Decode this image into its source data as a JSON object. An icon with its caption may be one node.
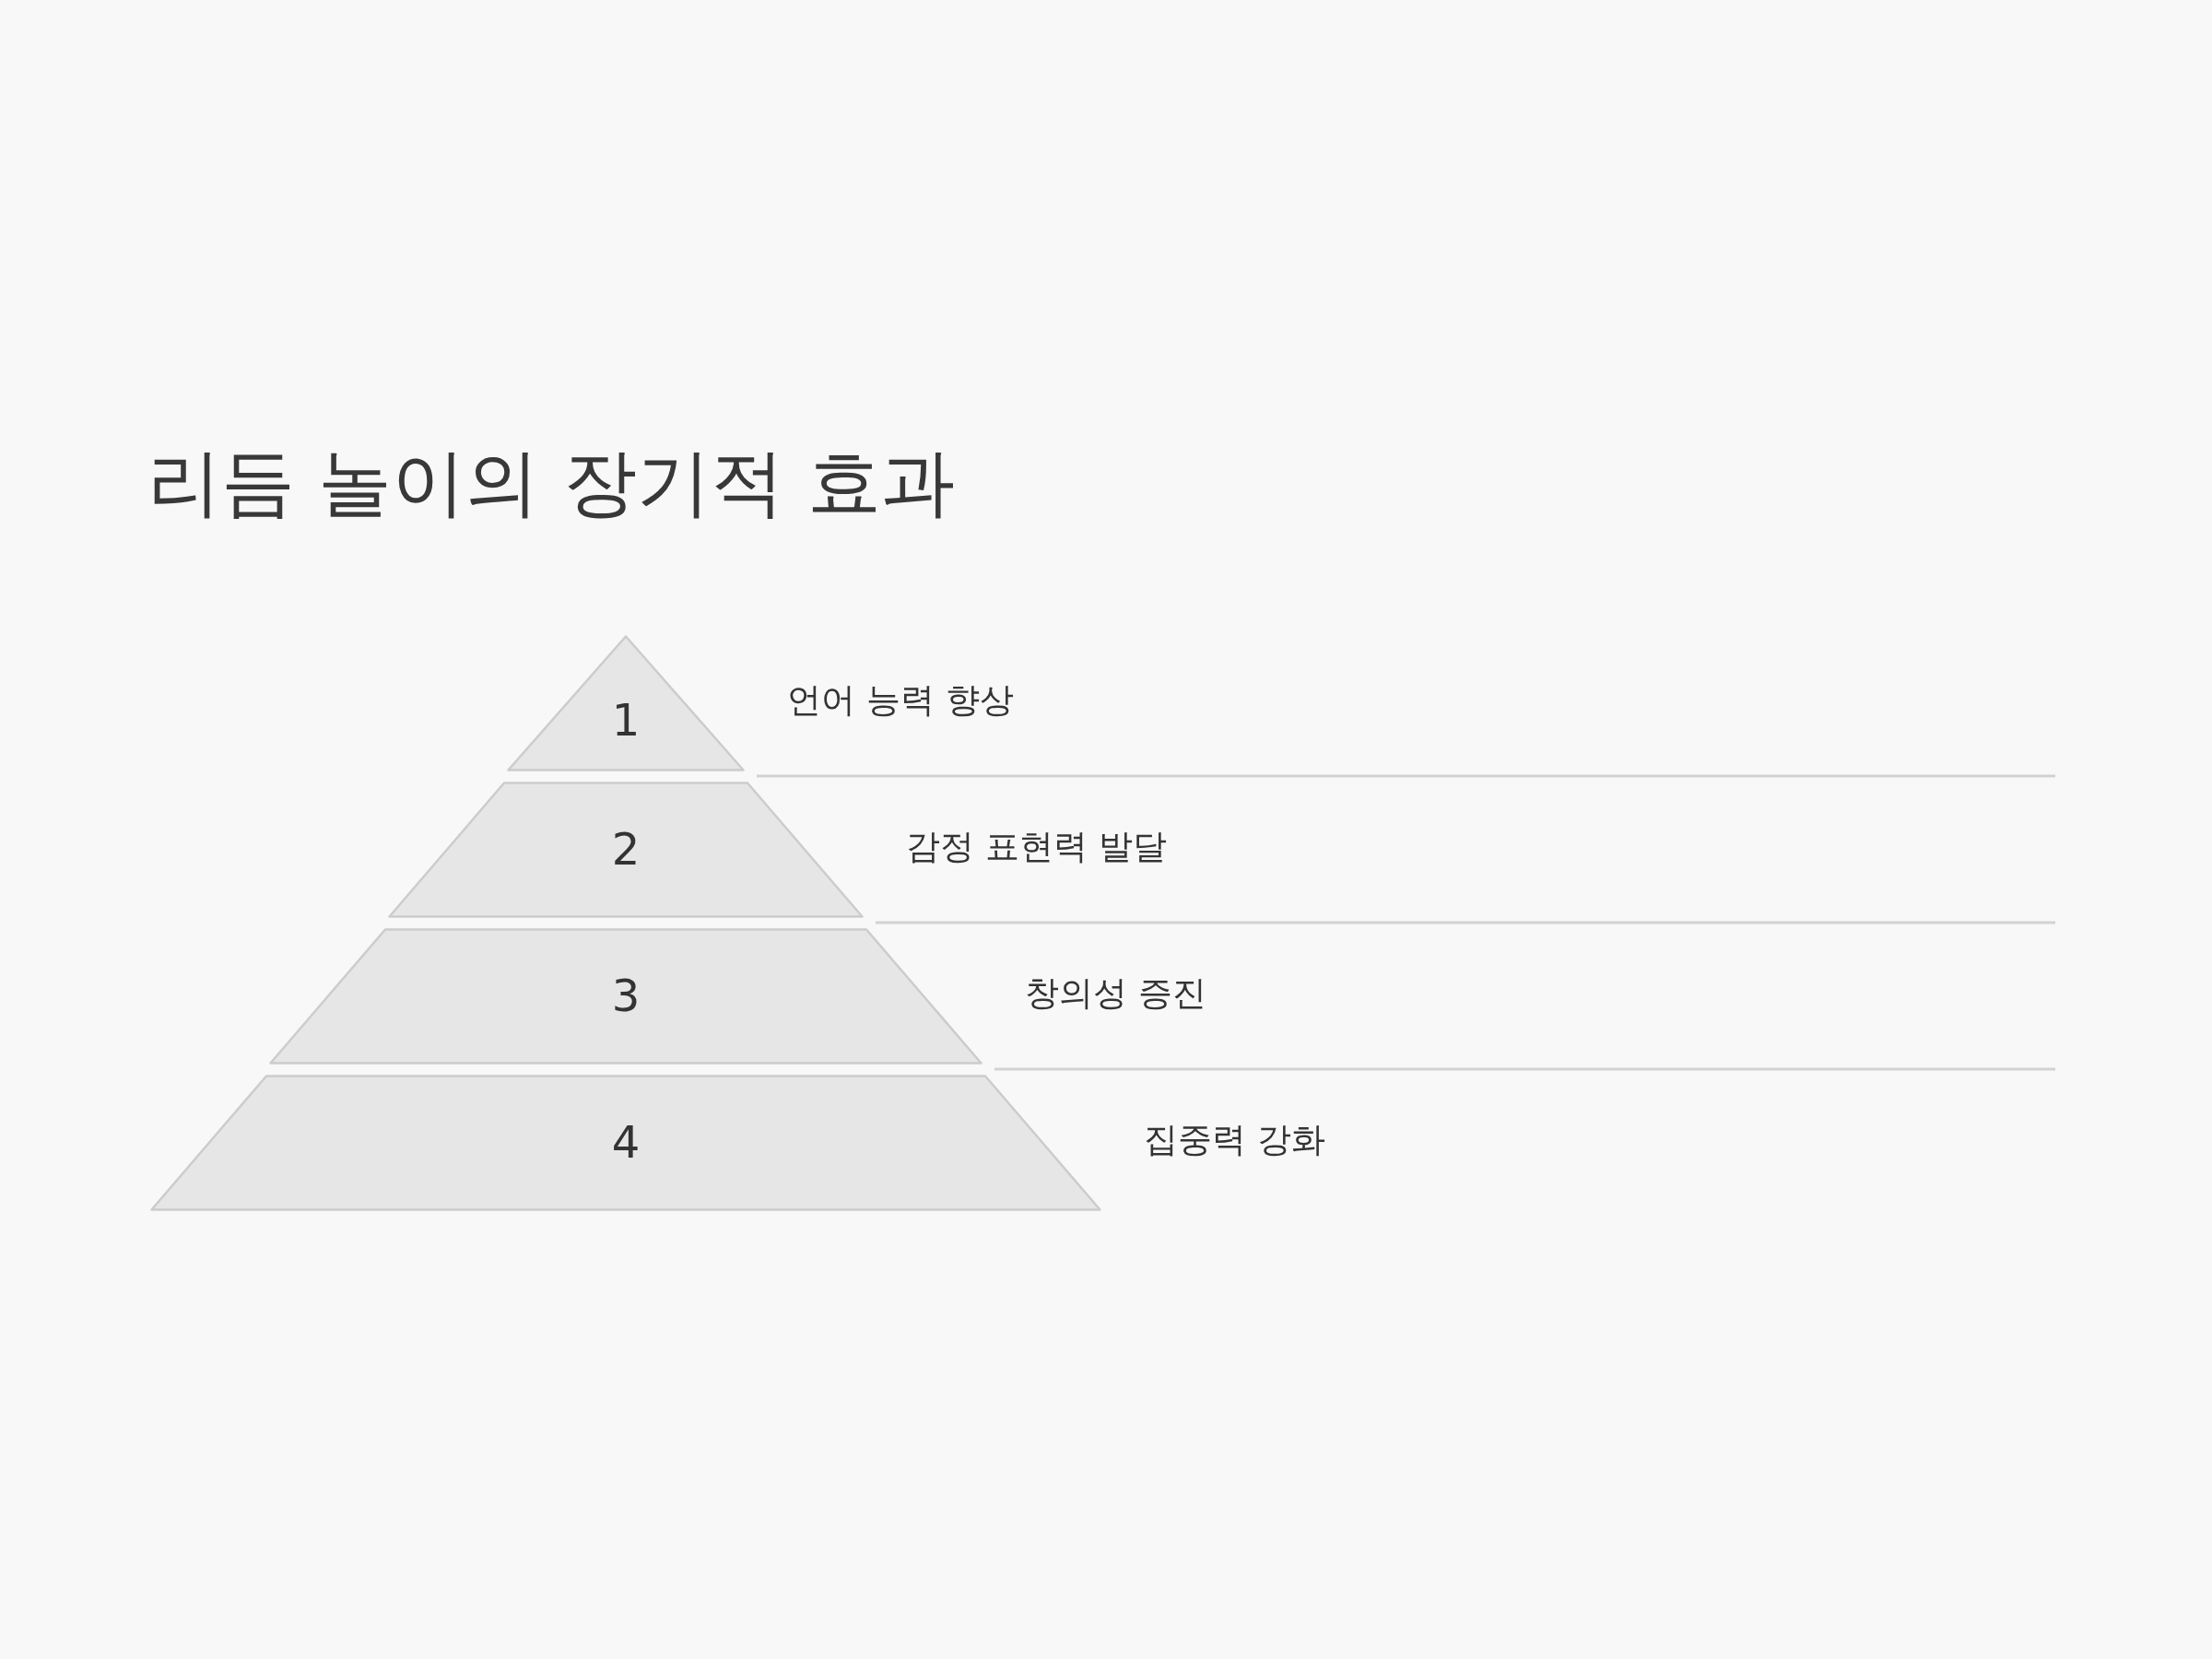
{
  "diagram": {
    "title": "리듬 놀이의 장기적 효과",
    "nodes": [
      {
        "text": [
          "1"
        ],
        "beside": [
          "언어 능력 향상"
        ]
      },
      {
        "text": [
          "2"
        ],
        "beside": [
          "감정 표현력 발달"
        ]
      },
      {
        "text": [
          "3"
        ],
        "beside": [
          "창의성 증진"
        ]
      },
      {
        "text": [
          "4"
        ],
        "beside": [
          "집중력 강화"
        ]
      }
    ]
  }
}
